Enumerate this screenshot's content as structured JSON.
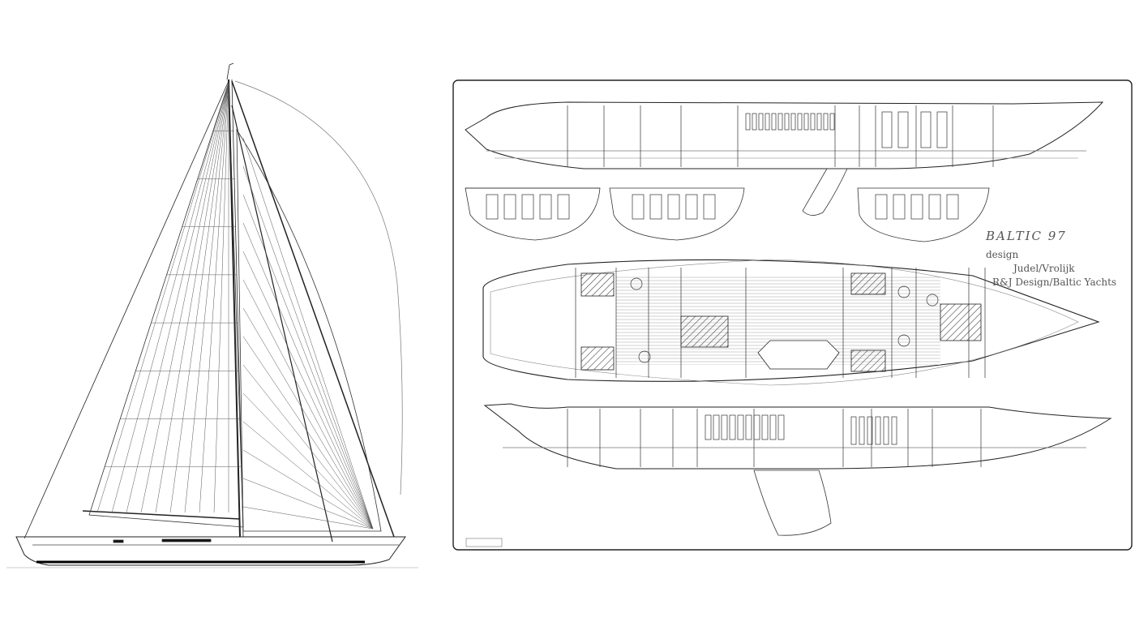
{
  "title_block": {
    "name": "BALTIC 97",
    "design_label": "design",
    "designer_line_1": "Judel/Vrolijk",
    "designer_line_2": "R&J Design/Baltic Yachts"
  }
}
